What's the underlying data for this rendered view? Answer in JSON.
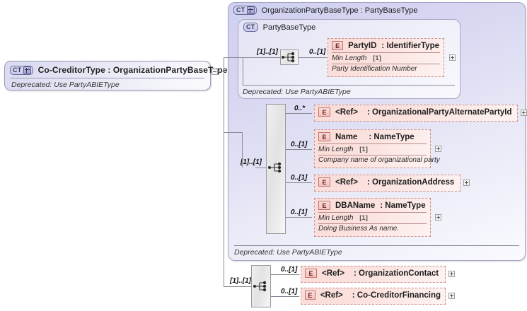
{
  "diagram": {
    "kind": "xsd-schema-component-diagram",
    "root": {
      "badge": "CT",
      "badge_expander": "plus",
      "title": "Co-CreditorType : OrganizationPartyBaseType",
      "annotation": "Deprecated: Use PartyABIEType",
      "collapse_toggle": "minus"
    },
    "base_group": {
      "badge": "CT",
      "badge_expander": "plus",
      "title": "OrganizationPartyBaseType : PartyBaseType",
      "annotation": "Deprecated: Use PartyABIEType"
    },
    "party_base_type": {
      "badge": "CT",
      "title": "PartyBaseType",
      "annotation": "Deprecated: Use PartyABIEType",
      "sequence_cardinality": "[1]..[1]",
      "elements": [
        {
          "badge": "E",
          "name": "PartyID",
          "type": ": IdentifierType",
          "cardinality": "0..[1]",
          "facet_label": "Min Length",
          "facet_value": "[1]",
          "documentation": "Party Identification Number",
          "expander": "plus",
          "border": "dashed"
        }
      ]
    },
    "organization_sequence": {
      "cardinality": "[1]..[1]",
      "elements": [
        {
          "badge": "E",
          "name": "<Ref>",
          "type": ": OrganizationalPartyAlternatePartyId",
          "cardinality": "0..*",
          "expander": "plus",
          "border": "dashed"
        },
        {
          "badge": "E",
          "name": "Name",
          "type": ": NameType",
          "cardinality": "0..[1]",
          "facet_label": "Min Length",
          "facet_value": "[1]",
          "documentation": "Company name of organizational party",
          "expander": "plus",
          "border": "dashed"
        },
        {
          "badge": "E",
          "name": "<Ref>",
          "type": ": OrganizationAddress",
          "cardinality": "0..[1]",
          "expander": "plus",
          "border": "dashed"
        },
        {
          "badge": "E",
          "name": "DBAName",
          "type": ": NameType",
          "cardinality": "0..[1]",
          "facet_label": "Min Length",
          "facet_value": "[1]",
          "documentation": "Doing Business As name.",
          "expander": "plus",
          "border": "dashed"
        }
      ]
    },
    "bottom_sequence": {
      "cardinality": "[1]..[1]",
      "elements": [
        {
          "badge": "E",
          "name": "<Ref>",
          "type": ": OrganizationContact",
          "cardinality": "0..[1]",
          "expander": "plus",
          "border": "dashed"
        },
        {
          "badge": "E",
          "name": "<Ref>",
          "type": ": Co-CreditorFinancing",
          "cardinality": "0..[1]",
          "expander": "plus",
          "border": "dashed"
        }
      ]
    },
    "colors": {
      "canvas": "#ffffff",
      "type_box_border": "#9a9ab8",
      "type_box_fill": "#dcdcf0",
      "group_fill": "#d4d4f0",
      "element_fill": "#fadcd8",
      "element_border": "#c98f8f",
      "connector": "#8a8a96",
      "sequence_fill": "#eaeaea"
    }
  }
}
